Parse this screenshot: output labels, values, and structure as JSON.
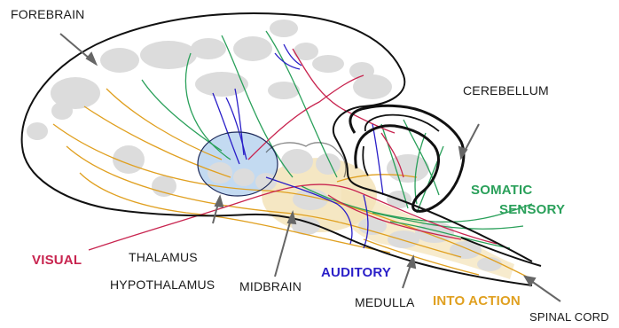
{
  "labels": {
    "forebrain": "FOREBRAIN",
    "cerebellum": "CEREBELLUM",
    "somatic": "SOMATIC",
    "sensory": "SENSORY",
    "visual": "VISUAL",
    "thalamus": "THALAMUS",
    "hypothalamus": "HYPOTHALAMUS",
    "midbrain": "MIDBRAIN",
    "auditory": "AUDITORY",
    "medulla": "MEDULLA",
    "into_action": "INTO ACTION",
    "spinal_cord": "SPINAL CORD"
  },
  "colors": {
    "outline": "#111111",
    "visual": "#c8244f",
    "auditory": "#2a1fc8",
    "somatic": "#2aa05a",
    "action": "#e0a020",
    "label": "#1a1a1a",
    "blob": "#dcdcdc",
    "thalamus_fill": "#bcd6ef",
    "midbrain_fill": "#f3e3b8",
    "medulla_fill": "#e3d6e6"
  }
}
